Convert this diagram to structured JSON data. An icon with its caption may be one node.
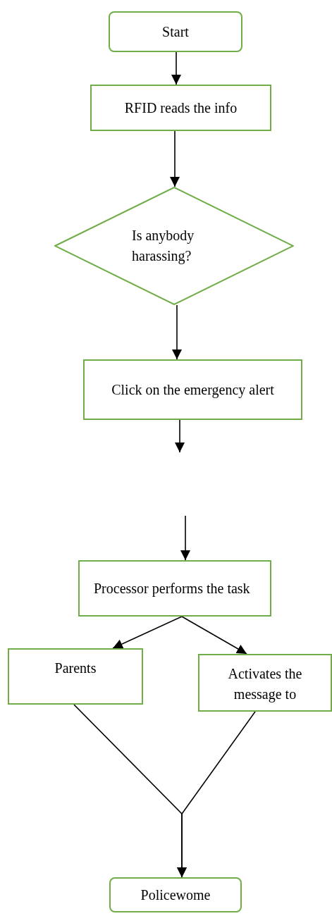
{
  "diagram": {
    "nodes": [
      {
        "text": [
          "Start"
        ]
      },
      {
        "text": [
          "RFID reads the info"
        ]
      },
      {
        "text": [
          "Is anybody harassing?"
        ]
      },
      {
        "text": [
          "Click on the emergency alert"
        ]
      },
      {
        "text": [
          "Processor performs the task"
        ]
      },
      {
        "text": [
          "Parents"
        ]
      },
      {
        "text": [
          "Activates the message to"
        ]
      },
      {
        "text": [
          "Policewome"
        ]
      }
    ],
    "edges": [
      {
        "from": 0,
        "to": 1,
        "arrow": "to"
      },
      {
        "from": 1,
        "to": 2,
        "arrow": "to"
      },
      {
        "from": 2,
        "to": 3,
        "arrow": "to"
      },
      {
        "from": 3,
        "to": null,
        "arrow": "to"
      },
      {
        "from": null,
        "to": 4,
        "arrow": "to"
      },
      {
        "from": 4,
        "to": 5,
        "arrow": "to"
      },
      {
        "from": 4,
        "to": 6,
        "arrow": "to"
      },
      {
        "from": 5,
        "to": 7,
        "arrow": "to"
      },
      {
        "from": 6,
        "to": 7,
        "arrow": "to"
      }
    ]
  }
}
